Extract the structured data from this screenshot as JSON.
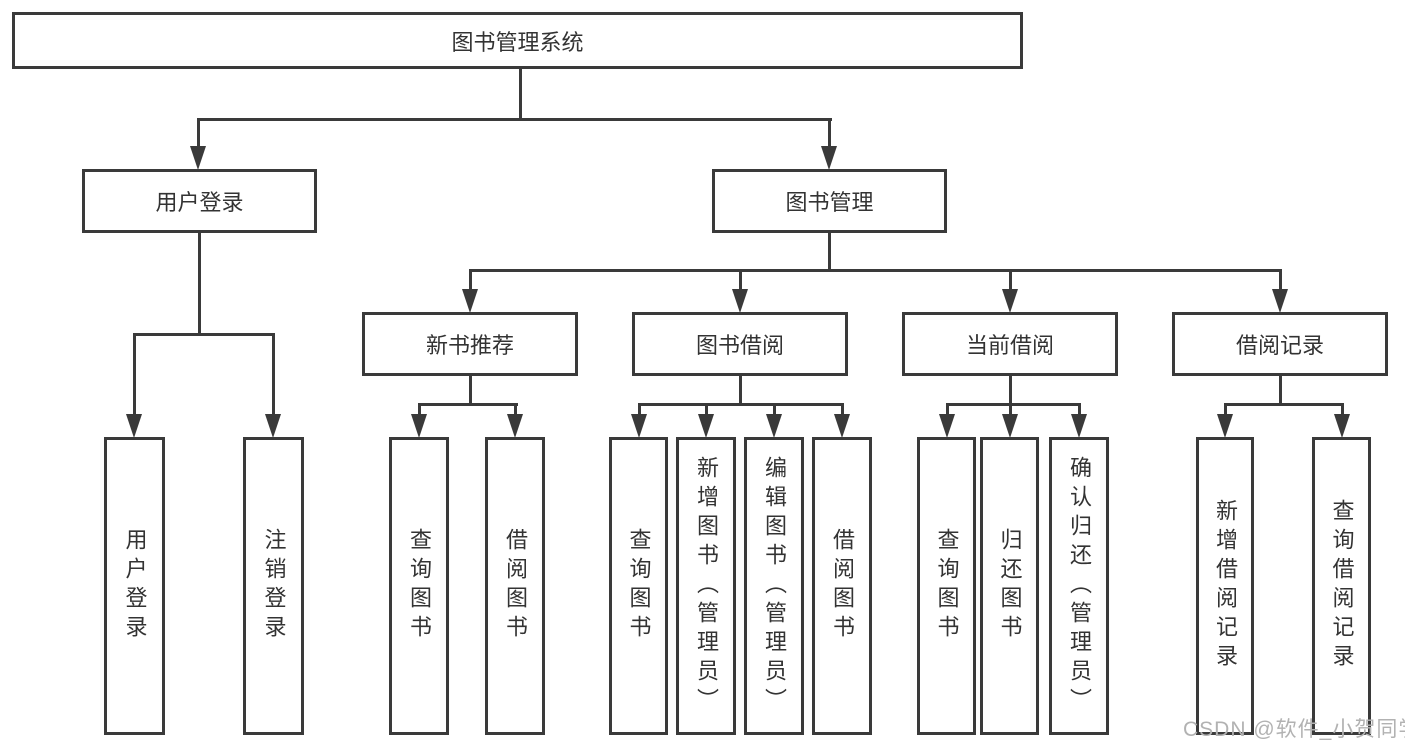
{
  "title": "图书管理系统",
  "level1": {
    "user_login": "用户登录",
    "book_management": "图书管理"
  },
  "level2": {
    "new_book_recommendation": "新书推荐",
    "book_borrowing": "图书借阅",
    "current_borrowing": "当前借阅",
    "borrowing_records": "借阅记录"
  },
  "leaves": {
    "user_login": "用户登录",
    "logout": "注销登录",
    "nb_query_books": "查询图书",
    "nb_borrow_books": "借阅图书",
    "bb_query_books": "查询图书",
    "bb_add_books_admin": "新增图书（管理员）",
    "bb_edit_books_admin": "编辑图书（管理员）",
    "bb_borrow_books": "借阅图书",
    "cb_query_books": "查询图书",
    "cb_return_books": "归还图书",
    "cb_confirm_return_admin": "确认归还（管理员）",
    "br_add_record": "新增借阅记录",
    "br_query_record": "查询借阅记录"
  },
  "watermark": "CSDN @软件_小贺同学",
  "colors": {
    "line": "#3a3a3a",
    "text": "#333333",
    "watermark": "#b2b2b2",
    "background": "#ffffff"
  }
}
